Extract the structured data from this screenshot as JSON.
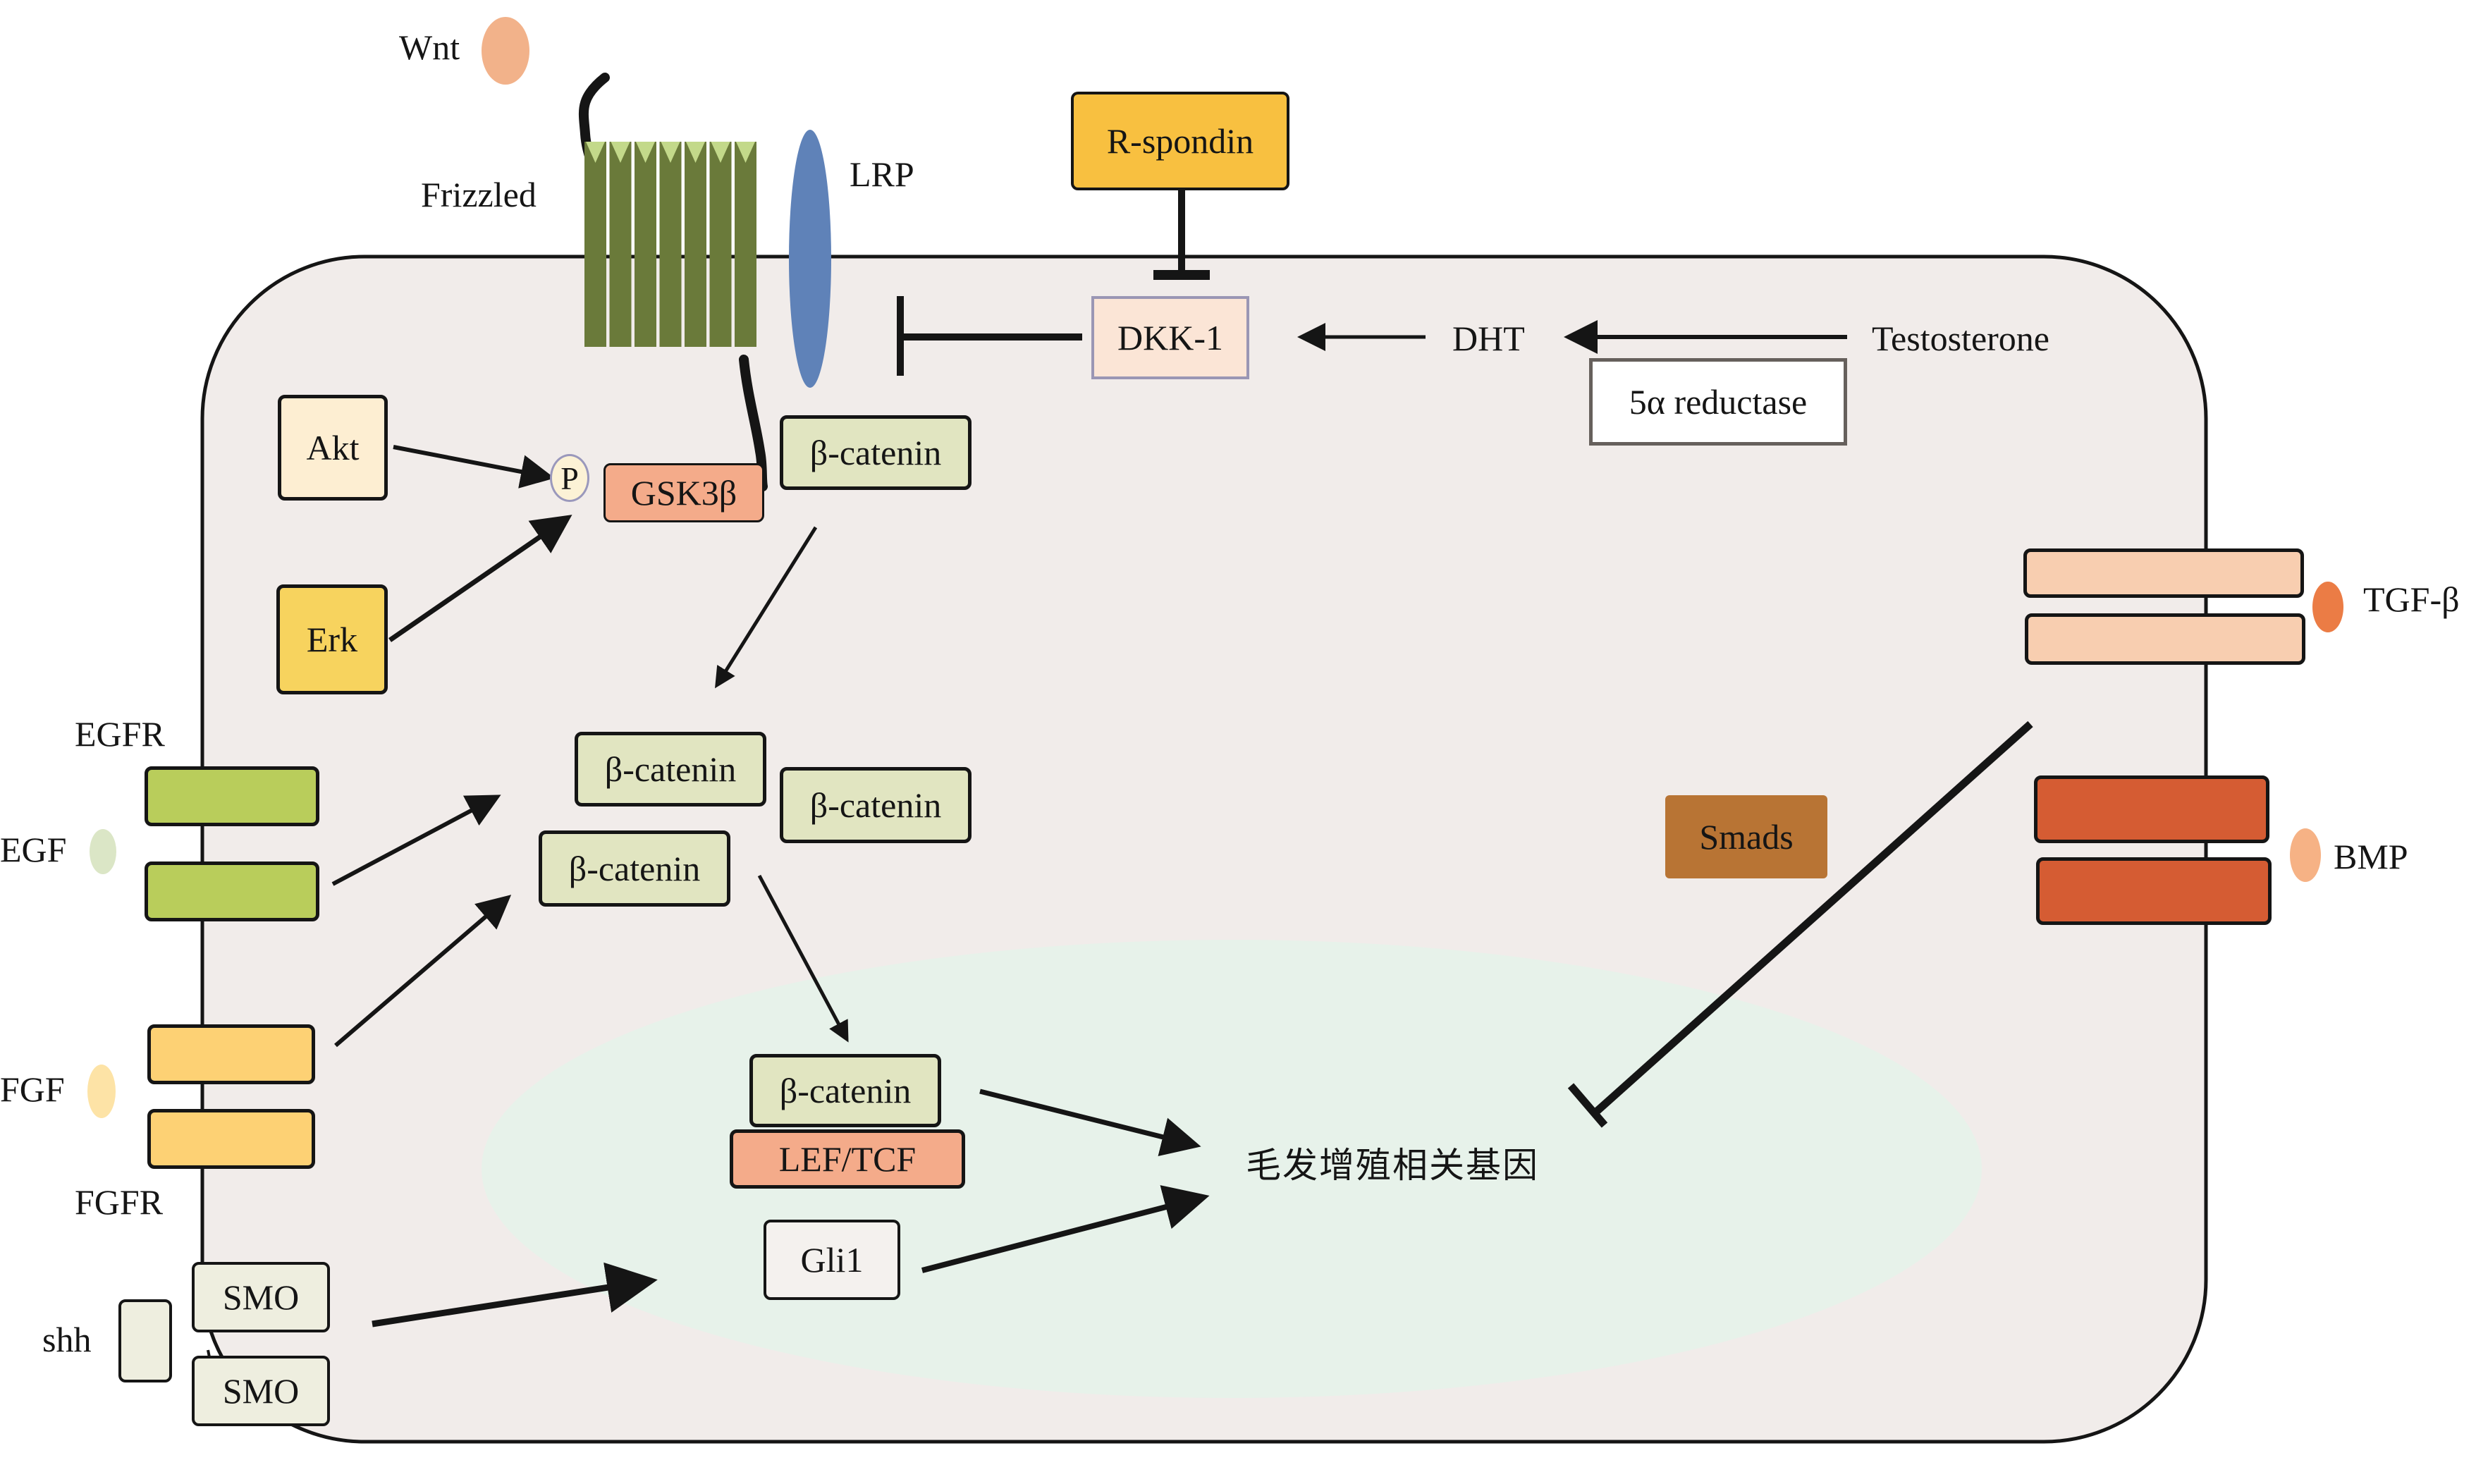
{
  "diagram": {
    "title": "Hair growth signaling pathways",
    "colors": {
      "cell_fill": "#f1ecea",
      "nucleus_fill": "#e7f2ea",
      "frizzled": "#6a7a3a",
      "frizzled_tip": "#c3d98a",
      "lrp": "#5f82b8",
      "wnt": "#f2b28a",
      "r_spondin": "#f8c040",
      "dkk1": "#fbe5d6",
      "akt": "#fdeed2",
      "erk": "#f7d35e",
      "gsk3b": "#f4ab8a",
      "beta_catenin": "#e1e5c1",
      "egfr": "#b9cd5b",
      "egf": "#dbe6c6",
      "fgfr": "#fdd174",
      "fgf": "#fde3a6",
      "smo": "#eeeedf",
      "lef_tcf": "#f4ab8a",
      "gli1": "#f4f1ee",
      "smads": "#b87434",
      "tgfb_receptor": "#f8ceb0",
      "tgfb": "#eb7c45",
      "bmp_receptor": "#d55c33",
      "bmp": "#f6b285"
    },
    "ligands": {
      "wnt": "Wnt",
      "egf": "EGF",
      "fgf": "FGF",
      "shh": "shh",
      "tgfb": "TGF-β",
      "bmp": "BMP"
    },
    "receptors": {
      "frizzled": "Frizzled",
      "lrp": "LRP",
      "egfr": "EGFR",
      "fgfr": "FGFR",
      "smo_top": "SMO",
      "smo_bottom": "SMO"
    },
    "nodes": {
      "r_spondin": "R-spondin",
      "dkk1": "DKK-1",
      "dht": "DHT",
      "testosterone": "Testosterone",
      "reductase": "5α reductase",
      "akt": "Akt",
      "erk": "Erk",
      "phospho": "P",
      "gsk3b": "GSK3β",
      "beta_catenin_membrane": "β-catenin",
      "beta_catenin_a": "β-catenin",
      "beta_catenin_b": "β-catenin",
      "beta_catenin_c": "β-catenin",
      "beta_catenin_nuclear": "β-catenin",
      "lef_tcf": "LEF/TCF",
      "gli1": "Gli1",
      "smads": "Smads",
      "target_genes": "毛发增殖相关基因"
    },
    "edges": [
      {
        "from": "R-spondin",
        "to": "DKK-1",
        "type": "inhibit"
      },
      {
        "from": "DKK-1",
        "to": "LRP",
        "type": "inhibit"
      },
      {
        "from": "DHT",
        "to": "DKK-1",
        "type": "activate"
      },
      {
        "from": "Testosterone",
        "to": "DHT",
        "type": "activate",
        "via": "5α reductase"
      },
      {
        "from": "Akt",
        "to": "P-GSK3β",
        "type": "activate"
      },
      {
        "from": "Erk",
        "to": "P-GSK3β",
        "type": "activate"
      },
      {
        "from": "β-catenin (membrane)",
        "to": "β-catenin (cytoplasm)",
        "type": "activate"
      },
      {
        "from": "EGFR",
        "to": "β-catenin (cytoplasm)",
        "type": "activate"
      },
      {
        "from": "FGFR",
        "to": "β-catenin (cytoplasm)",
        "type": "activate"
      },
      {
        "from": "β-catenin (cytoplasm)",
        "to": "β-catenin/LEF/TCF",
        "type": "activate"
      },
      {
        "from": "β-catenin/LEF/TCF",
        "to": "毛发增殖相关基因",
        "type": "activate"
      },
      {
        "from": "SMO",
        "to": "Gli1",
        "type": "activate"
      },
      {
        "from": "Gli1",
        "to": "毛发增殖相关基因",
        "type": "activate"
      },
      {
        "from": "TGF-β/BMP receptors",
        "to": "毛发增殖相关基因",
        "type": "inhibit"
      }
    ]
  }
}
